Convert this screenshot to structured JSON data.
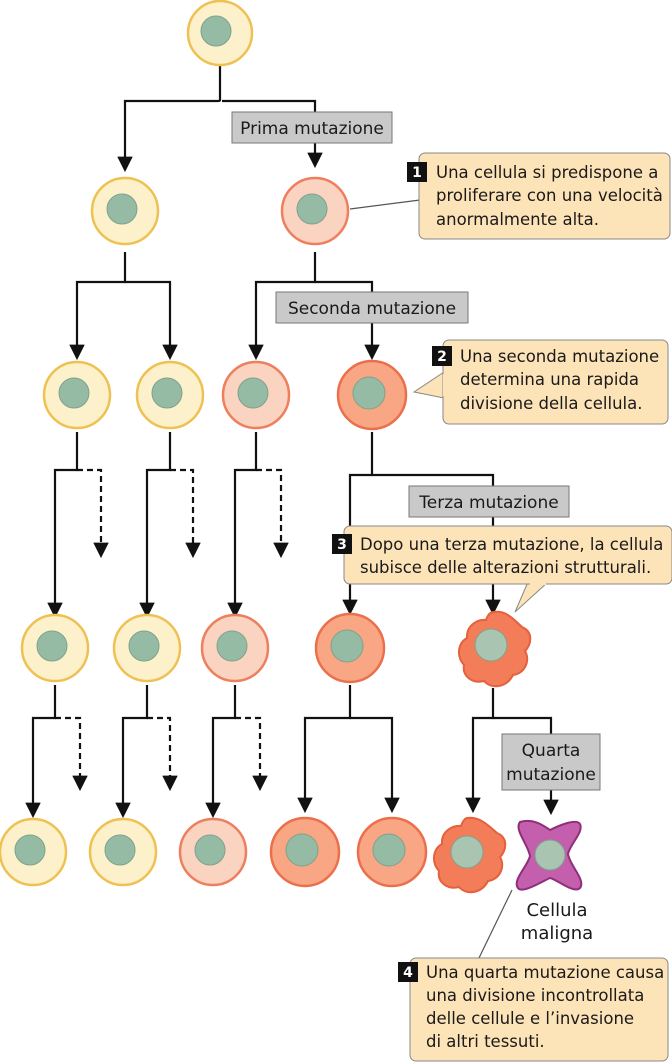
{
  "mutations": {
    "first": "Prima mutazione",
    "second": "Seconda mutazione",
    "third": "Terza mutazione",
    "fourth_line1": "Quarta",
    "fourth_line2": "mutazione"
  },
  "callouts": [
    {
      "number": "1",
      "lines": [
        "Una cellula si predispone a",
        "proliferare con una velocità",
        "anormalmente alta."
      ]
    },
    {
      "number": "2",
      "lines": [
        "Una seconda mutazione",
        "determina una rapida",
        "divisione della cellula."
      ]
    },
    {
      "number": "3",
      "lines": [
        "Dopo una terza mutazione, la cellula",
        "subisce delle alterazioni strutturali."
      ]
    },
    {
      "number": "4",
      "lines": [
        "Una quarta mutazione causa",
        "una divisione incontrollata",
        "delle cellule e l’invasione",
        "di altri tessuti."
      ]
    }
  ],
  "malignant_label": {
    "line1": "Cellula",
    "line2": "maligna"
  },
  "colors": {
    "normal_fill": "#fdf1cc",
    "normal_stroke": "#eec152",
    "mut1_fill": "#fad4c0",
    "mut1_stroke": "#ee7f5e",
    "mut2_fill": "#f8a684",
    "mut2_stroke": "#ec6f4c",
    "mut3_fill": "#f37d58",
    "mut3_stroke": "#e5603d",
    "malignant_fill": "#c45fad",
    "malignant_stroke": "#8e2f7a",
    "nucleus": "#96bba5",
    "label_box": "#c9c9c9",
    "callout_box": "#fde3b8",
    "callout_number_bg": "#111111"
  }
}
